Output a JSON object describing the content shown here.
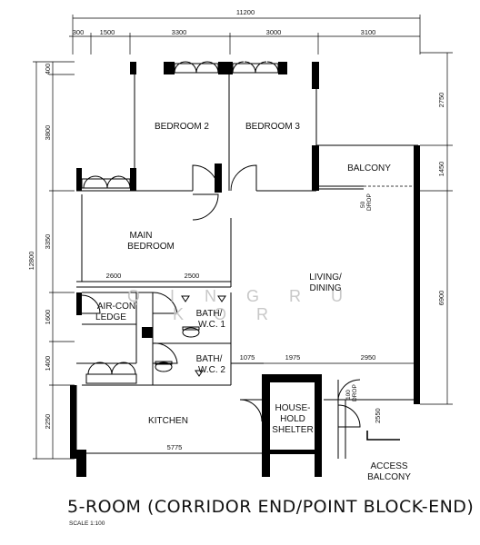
{
  "title": "5-ROOM (CORRIDOR END/POINT BLOCK-END)",
  "scale": "SCALE  1:100",
  "watermark": {
    "line1": "Q I N G  R U",
    "line2": "K O R"
  },
  "rooms": {
    "bedroom2": "BEDROOM 2",
    "bedroom3": "BEDROOM 3",
    "balcony": "BALCONY",
    "main_bedroom_l1": "MAIN",
    "main_bedroom_l2": "BEDROOM",
    "living_l1": "LIVING/",
    "living_l2": "DINING",
    "aircon_l1": "AIR-CON",
    "aircon_l2": "LEDGE",
    "bath1_l1": "BATH/",
    "bath1_l2": "W.C. 1",
    "bath2_l1": "BATH/",
    "bath2_l2": "W.C. 2",
    "kitchen": "KITCHEN",
    "shelter_l1": "HOUSE-",
    "shelter_l2": "HOLD",
    "shelter_l3": "SHELTER",
    "access_l1": "ACCESS",
    "access_l2": "BALCONY"
  },
  "dimensions": {
    "top_total": "11200",
    "top_300": "300",
    "top_1500": "1500",
    "top_3300": "3300",
    "top_3000": "3000",
    "top_3100": "3100",
    "left_total": "12800",
    "left_400": "400",
    "left_3800": "3800",
    "left_3350": "3350",
    "left_1600": "1600",
    "left_1400": "1400",
    "left_2250": "2250",
    "right_2750": "2750",
    "right_1450": "1450",
    "right_6900": "6900",
    "mid_2600": "2600",
    "mid_2500": "2500",
    "mid_1075": "1075",
    "mid_1975": "1975",
    "mid_2950": "2950",
    "bottom_5775": "5775",
    "drop_50": "50",
    "drop_50_word": "DROP",
    "drop_100": "100",
    "drop_100_word": "DROP",
    "dim_2550": "2550"
  }
}
